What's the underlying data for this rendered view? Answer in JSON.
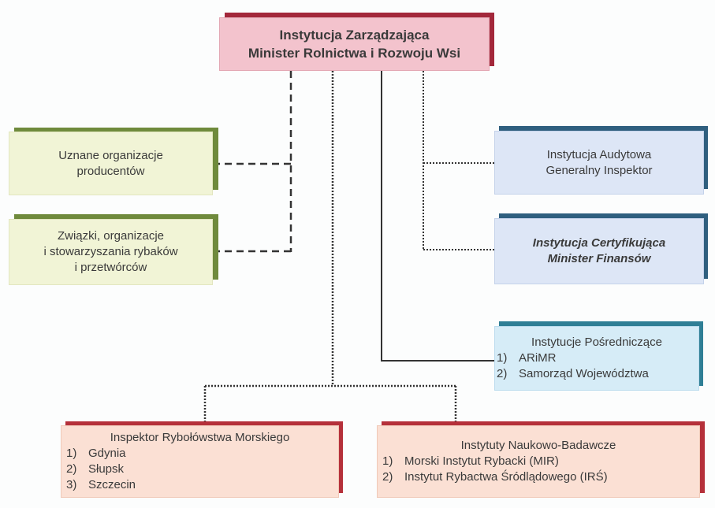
{
  "top": {
    "line1": "Instytucja Zarządzająca",
    "line2": "Minister Rolnictwa i Rozwoju Wsi"
  },
  "left": [
    {
      "lines": [
        "Uznane organizacje",
        "producentów"
      ]
    },
    {
      "lines": [
        "Związki, organizacje",
        "i stowarzyszania rybaków",
        "i przetwórców"
      ]
    }
  ],
  "right": [
    {
      "lines": [
        "Instytucja Audytowa",
        "Generalny Inspektor"
      ]
    },
    {
      "lines": [
        "Instytucja Certyfikująca",
        "Minister Finansów"
      ]
    }
  ],
  "intermediate": {
    "title": "Instytucje Pośredniczące",
    "items": [
      {
        "n": "1)",
        "t": "ARiMR"
      },
      {
        "n": "2)",
        "t": "Samorząd Województwa"
      }
    ]
  },
  "inspector": {
    "title": "Inspektor Rybołówstwa Morskiego",
    "items": [
      {
        "n": "1)",
        "t": "Gdynia"
      },
      {
        "n": "2)",
        "t": "Słupsk"
      },
      {
        "n": "3)",
        "t": "Szczecin"
      }
    ]
  },
  "institutes": {
    "title": "Instytuty Naukowo-Badawcze",
    "items": [
      {
        "n": "1)",
        "t": "Morski Instytut Rybacki (MIR)"
      },
      {
        "n": "2)",
        "t": "Instytut Rybactwa Śródlądowego (IRŚ)"
      }
    ]
  },
  "colors": {
    "pink": "#f3c3cd",
    "red": "#a3283b",
    "green_fill": "#f1f4d6",
    "green": "#6f8a3c",
    "blue_fill": "#dde6f6",
    "navy": "#2f5f7f",
    "cyan_fill": "#d6ecf7",
    "teal": "#2f7f96",
    "salmon": "#fbe0d4",
    "brick": "#b5303a"
  }
}
